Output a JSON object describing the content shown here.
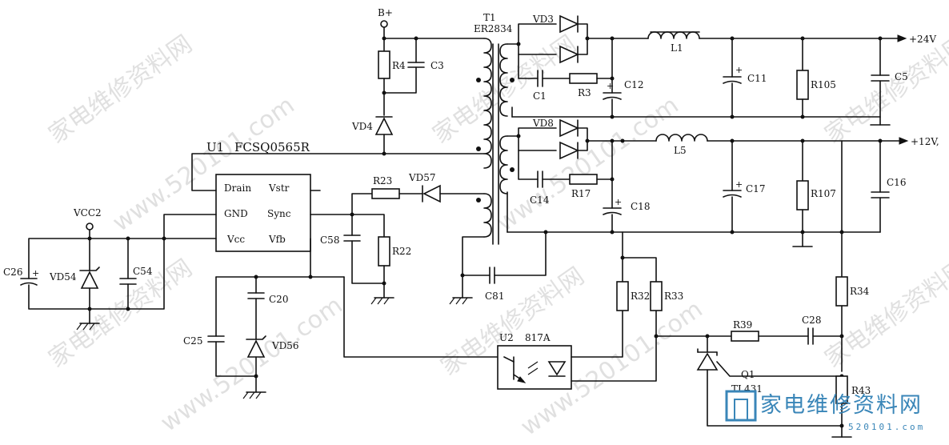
{
  "labels": {
    "bplus": "B+",
    "t1": "T1",
    "t1_core": "ER2834",
    "u1": "U1",
    "u1_part": "FCSQ0565R",
    "pin_drain": "Drain",
    "pin_vstr": "Vstr",
    "pin_gnd": "GND",
    "pin_sync": "Sync",
    "pin_vcc": "Vcc",
    "pin_vfb": "Vfb",
    "vcc2": "VCC2",
    "r4": "R4",
    "c3": "C3",
    "vd4": "VD4",
    "vd3": "VD3",
    "vd8": "VD8",
    "vd57": "VD57",
    "l1": "L1",
    "l5": "L5",
    "c1": "C1",
    "r3": "R3",
    "c12": "C12",
    "c11": "C11",
    "r105": "R105",
    "c5": "C5",
    "c14": "C14",
    "r17": "R17",
    "c18": "C18",
    "c17": "C17",
    "r107": "R107",
    "c16": "C16",
    "r23": "R23",
    "r22": "R22",
    "c58": "C58",
    "c26": "C26",
    "vd54": "VD54",
    "c54": "C54",
    "c20": "C20",
    "c25": "C25",
    "vd56": "VD56",
    "c81": "C81",
    "u2": "U2",
    "u2_part": "817A",
    "r32": "R32",
    "r33": "R33",
    "r34": "R34",
    "r39": "R39",
    "c28": "C28",
    "r43": "R43",
    "q1": "Q1",
    "q1_part": "TL431",
    "out24": "+24V",
    "out12": "+12V,",
    "plus": "+"
  },
  "watermarks": [
    "家电维修资料网",
    "www.520101.com"
  ],
  "logo": {
    "name": "家电维修资料网",
    "url": "520101.com"
  }
}
